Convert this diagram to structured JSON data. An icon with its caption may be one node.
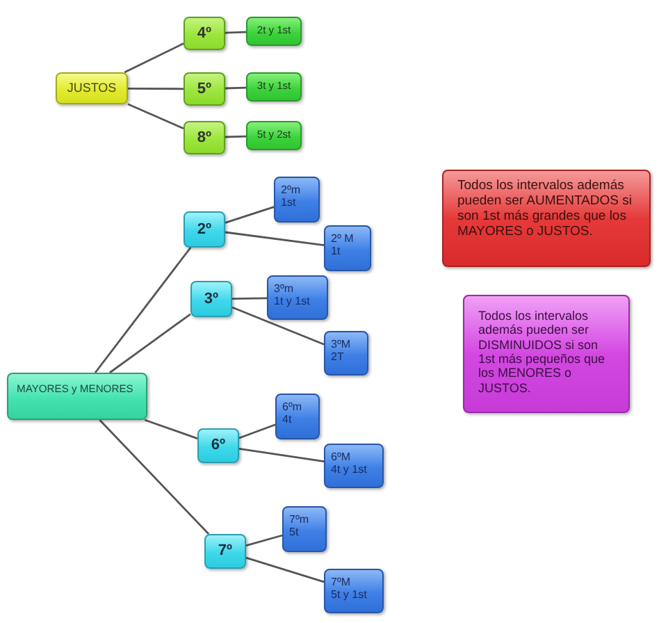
{
  "diagram": {
    "nodes": [
      {
        "text": [
          "JUSTOS"
        ]
      },
      {
        "text": [
          "4º"
        ]
      },
      {
        "text": [
          "2t y 1st"
        ]
      },
      {
        "text": [
          "5º"
        ]
      },
      {
        "text": [
          "3t y 1st"
        ]
      },
      {
        "text": [
          "8º"
        ]
      },
      {
        "text": [
          "5t y 2st"
        ]
      },
      {
        "text": [
          "MAYORES y MENORES"
        ]
      },
      {
        "text": [
          "2º"
        ]
      },
      {
        "text": [
          "2ºm",
          "1st"
        ]
      },
      {
        "text": [
          "2º M",
          "1t"
        ]
      },
      {
        "text": [
          "3º"
        ]
      },
      {
        "text": [
          "3ºm",
          "1t y 1st"
        ]
      },
      {
        "text": [
          "3ºM",
          "2T"
        ]
      },
      {
        "text": [
          "6º"
        ]
      },
      {
        "text": [
          "6ºm",
          "4t"
        ]
      },
      {
        "text": [
          "6ºM",
          "4t y 1st"
        ]
      },
      {
        "text": [
          "7º"
        ]
      },
      {
        "text": [
          "7ºm",
          "5t"
        ]
      },
      {
        "text": [
          "7ºM",
          "5t y 1st"
        ]
      },
      {
        "text": [
          "Todos los intervalos además pueden ser AUMENTADOS si son 1st más grandes que los MAYORES o JUSTOS."
        ]
      },
      {
        "text": [
          "Todos los intervalos además pueden ser DISMINUIDOS si son 1st más pequeños que los MENORES o JUSTOS."
        ]
      }
    ],
    "edges": [
      {
        "from": 0,
        "to": 1,
        "arrow": "none"
      },
      {
        "from": 0,
        "to": 3,
        "arrow": "none"
      },
      {
        "from": 0,
        "to": 5,
        "arrow": "none"
      },
      {
        "from": 1,
        "to": 2,
        "arrow": "none"
      },
      {
        "from": 3,
        "to": 4,
        "arrow": "none"
      },
      {
        "from": 5,
        "to": 6,
        "arrow": "none"
      },
      {
        "from": 7,
        "to": 8,
        "arrow": "none"
      },
      {
        "from": 7,
        "to": 11,
        "arrow": "none"
      },
      {
        "from": 7,
        "to": 14,
        "arrow": "none"
      },
      {
        "from": 7,
        "to": 17,
        "arrow": "none"
      },
      {
        "from": 8,
        "to": 9,
        "arrow": "none"
      },
      {
        "from": 8,
        "to": 10,
        "arrow": "none"
      },
      {
        "from": 11,
        "to": 12,
        "arrow": "none"
      },
      {
        "from": 11,
        "to": 13,
        "arrow": "none"
      },
      {
        "from": 14,
        "to": 15,
        "arrow": "none"
      },
      {
        "from": 14,
        "to": 16,
        "arrow": "none"
      },
      {
        "from": 17,
        "to": 18,
        "arrow": "none"
      },
      {
        "from": 17,
        "to": 19,
        "arrow": "none"
      }
    ]
  }
}
